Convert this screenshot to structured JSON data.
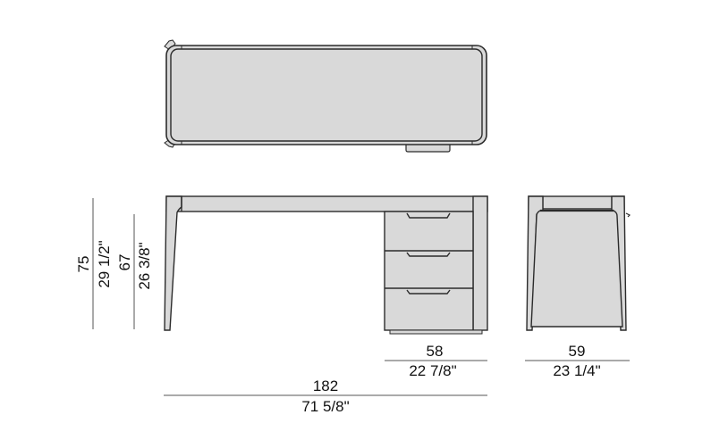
{
  "drawing": {
    "title": "Desk with drawer unit - dimension drawing",
    "colors": {
      "fill": "#d9d9d9",
      "stroke": "#2b2b2b",
      "dimline": "#555555",
      "text": "#111111"
    },
    "views": [
      "top-view",
      "front-view",
      "side-view"
    ]
  },
  "dimensions": {
    "height_total": {
      "cm": "75",
      "inch": "29 1/2\""
    },
    "height_under_top": {
      "cm": "67",
      "inch": "26 3/8\""
    },
    "drawer_unit_width": {
      "cm": "58",
      "inch": "22 7/8\""
    },
    "depth": {
      "cm": "59",
      "inch": "23 1/4\""
    },
    "width_total": {
      "cm": "182",
      "inch": "71 5/8\""
    }
  }
}
